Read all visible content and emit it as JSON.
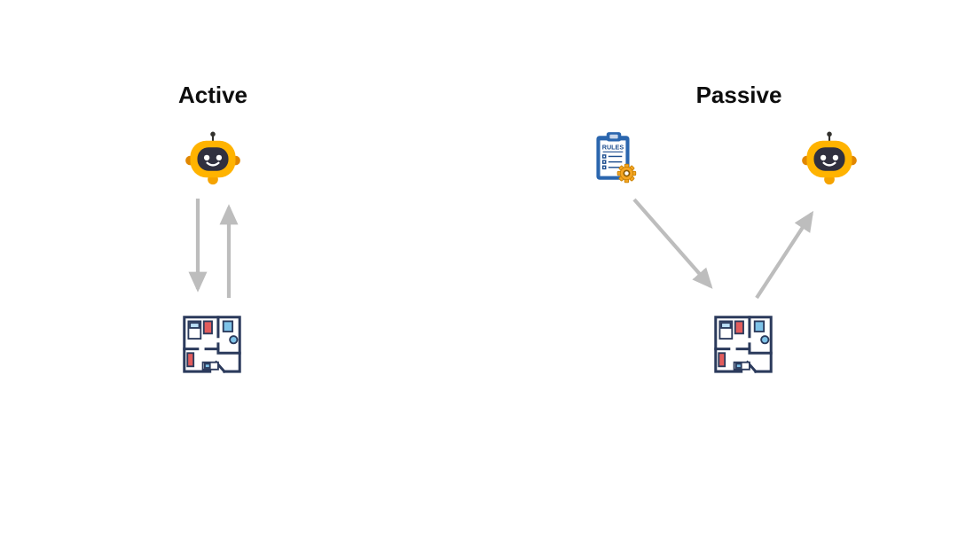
{
  "active_section": {
    "title": "Active"
  },
  "passive_section": {
    "title": "Passive"
  },
  "rules_icon": {
    "label": "RULES"
  },
  "icons": {
    "active_agent": "robot-icon",
    "active_environment": "floor-plan-icon",
    "passive_rules": "rules-clipboard-gear-icon",
    "passive_agent": "robot-icon",
    "passive_environment": "floor-plan-icon"
  },
  "arrows": {
    "active": [
      "robot-to-floorplan-down-arrow",
      "floorplan-to-robot-up-arrow"
    ],
    "passive": [
      "rules-to-floorplan-arrow",
      "floorplan-to-robot-arrow"
    ]
  },
  "colors": {
    "title_text": "#0d0d0d",
    "arrow_gray": "#bdbdbd",
    "robot_body": "#FFB300",
    "robot_face": "#30303F",
    "clipboard_blue": "#2B66AE",
    "gear_orange": "#F5A623",
    "floorplan_line": "#2B3A5C",
    "floorplan_red": "#E25C5C",
    "floorplan_blue": "#7EC3E8",
    "background": "#ffffff"
  }
}
